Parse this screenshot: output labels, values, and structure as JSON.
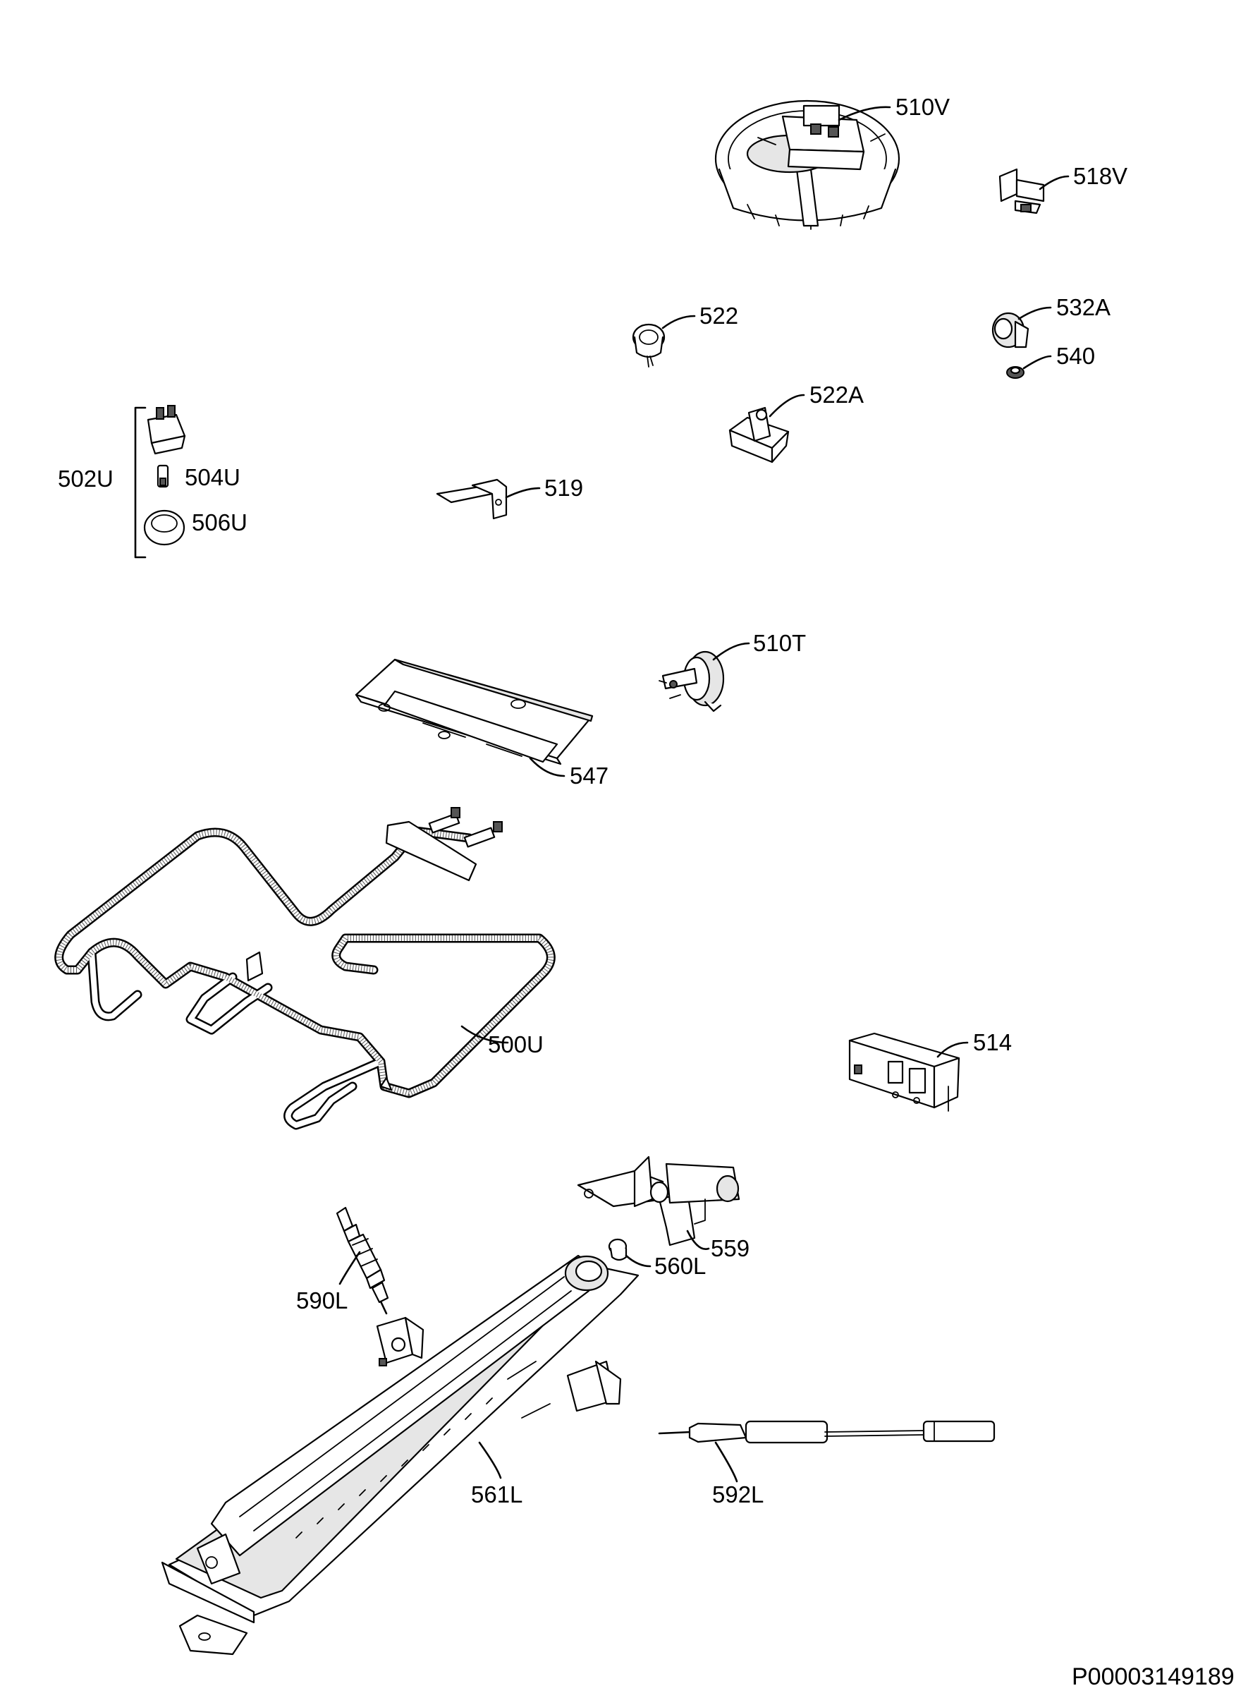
{
  "labels": {
    "510V": "510V",
    "518V": "518V",
    "522": "522",
    "532A": "532A",
    "540": "540",
    "522A": "522A",
    "502U": "502U",
    "504U": "504U",
    "506U": "506U",
    "519": "519",
    "510T": "510T",
    "547": "547",
    "500U": "500U",
    "514": "514",
    "559": "559",
    "560L": "560L",
    "590L": "590L",
    "561L": "561L",
    "592L": "592L"
  },
  "document_id": "P00003149189"
}
